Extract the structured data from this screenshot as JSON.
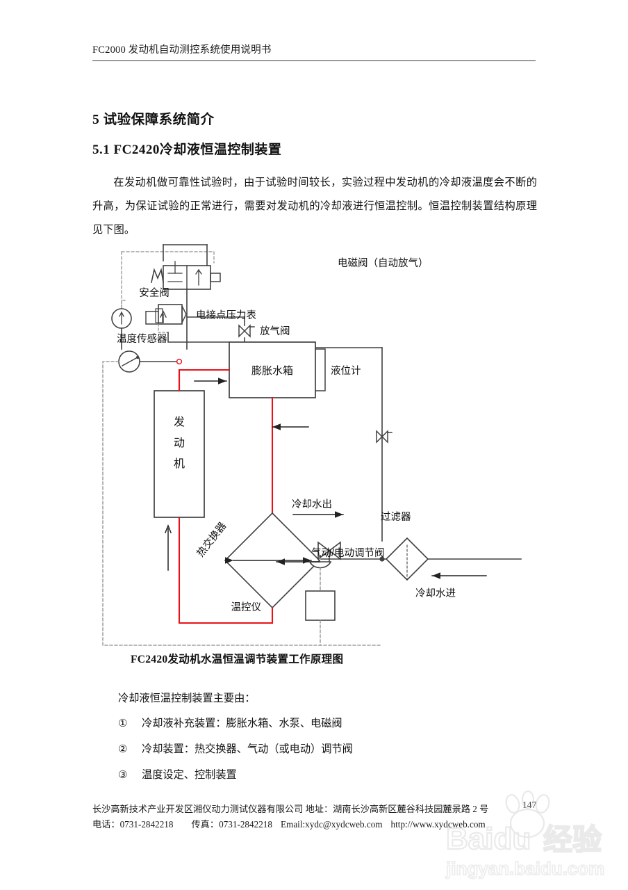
{
  "header": {
    "running_title": "FC2000 发动机自动测控系统使用说明书"
  },
  "headings": {
    "section": "5  试验保障系统简介",
    "subsection": "5.1  FC2420冷却液恒温控制装置"
  },
  "body": {
    "paragraph": "在发动机做可靠性试验时，由于试验时间较长，实验过程中发动机的冷却液温度会不断的升高，为保证试验的正常进行，需要对发动机的冷却液进行恒温控制。恒温控制装置结构原理见下图。"
  },
  "figure": {
    "caption": "FC2420发动机水温恒温调节装置工作原理图",
    "labels": {
      "solenoid_valve": "电磁阀（自动放气）",
      "safety_valve": "安全阀",
      "pressure_gauge": "电接点压力表",
      "vent_valve": "放气阀",
      "expansion_tank": "膨胀水箱",
      "level_gauge": "液位计",
      "temperature_sensor": "温度传感器",
      "engine": "发动机",
      "heat_exchanger": "热交换器",
      "cooling_water_out": "冷却水出",
      "control_valve": "气动/电动调节阀",
      "filter": "过滤器",
      "cooling_water_in": "冷却水进",
      "temperature_controller": "温控仪"
    },
    "colors": {
      "coolant_line": "#e8131a",
      "water_line": "#404040",
      "signal_line": "#8c8c8c"
    }
  },
  "list": {
    "intro": "冷却液恒温控制装置主要由：",
    "items": [
      {
        "marker": "①",
        "text": "冷却液补充装置：膨胀水箱、水泵、电磁阀"
      },
      {
        "marker": "②",
        "text": "冷却装置：热交换器、气动（或电动）调节阀"
      },
      {
        "marker": "③",
        "text": "温度设定、控制装置"
      }
    ]
  },
  "footer": {
    "company_line": "长沙高新技术产业开发区湘仪动力测试仪器有限公司  地址：湖南长沙高新区麓谷科技园麓景路 2 号",
    "phone_label": "电话：",
    "phone": "0731-2842218",
    "fax_label": "传真：",
    "fax": "0731-2842218",
    "email": "Email:xydc@xydcweb.com",
    "website": "http://www.xydcweb.com",
    "page_number": "147"
  },
  "watermark": {
    "brand": "Baidu",
    "brand_cn": "经验",
    "url": "jingyan.baidu.com"
  }
}
